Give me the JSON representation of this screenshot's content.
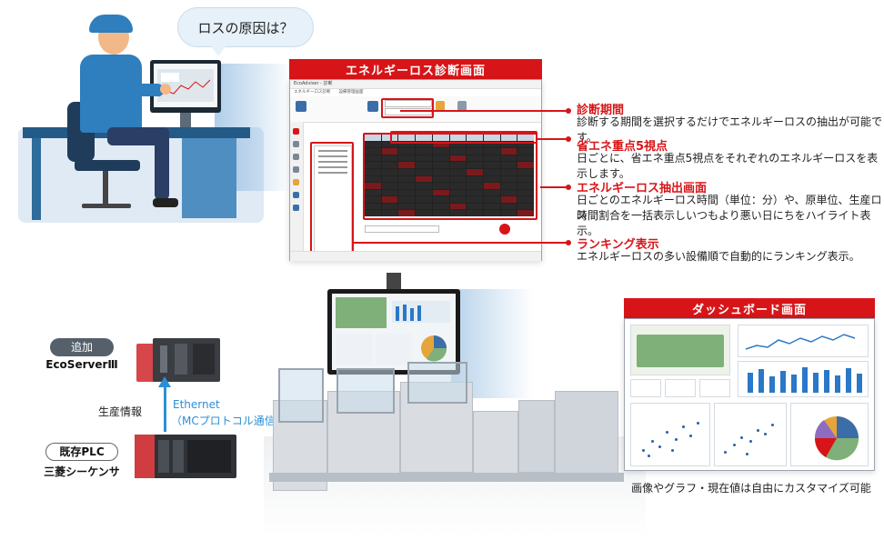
{
  "speech_bubble": "ロスの原因は？",
  "diagnosis_screen": {
    "title": "エネルギーロス診断画面",
    "window_title": "EcoAdviser - 診断",
    "menu": "エネルギーロス診断　　設備管理画面"
  },
  "annotations": [
    {
      "heading": "診断期間",
      "lines": [
        "診断する期間を選択するだけでエネルギーロスの抽出が可能です。"
      ]
    },
    {
      "heading": "省エネ重点5視点",
      "lines": [
        "日ごとに、省エネ重点5視点をそれぞれのエネルギーロスを表示します。"
      ]
    },
    {
      "heading": "エネルギーロス抽出画面",
      "lines": [
        "日ごとのエネルギーロス時間（単位：分）や、原単位、生産ロス",
        "時間割合を一括表示しいつもより悪い日にちをハイライト表示。"
      ]
    },
    {
      "heading": "ランキング表示",
      "lines": [
        "エネルギーロスの多い設備順で自動的にランキング表示。"
      ]
    }
  ],
  "plc_section": {
    "added_tag": "追加",
    "added_name": "EcoServerⅢ",
    "production_info": "生産情報",
    "ethernet_line1": "Ethernet",
    "ethernet_line2": "（MCプロトコル通信）",
    "existing_tag": "既存PLC",
    "existing_name": "三菱シーケンサ"
  },
  "dashboard": {
    "title": "ダッシュボード画面",
    "caption": "画像やグラフ・現在値は自由にカスタマイズ可能"
  },
  "colors": {
    "accent_red": "#d71518",
    "ethernet_blue": "#2c8fd6",
    "worker_blue": "#2f7ebd"
  }
}
